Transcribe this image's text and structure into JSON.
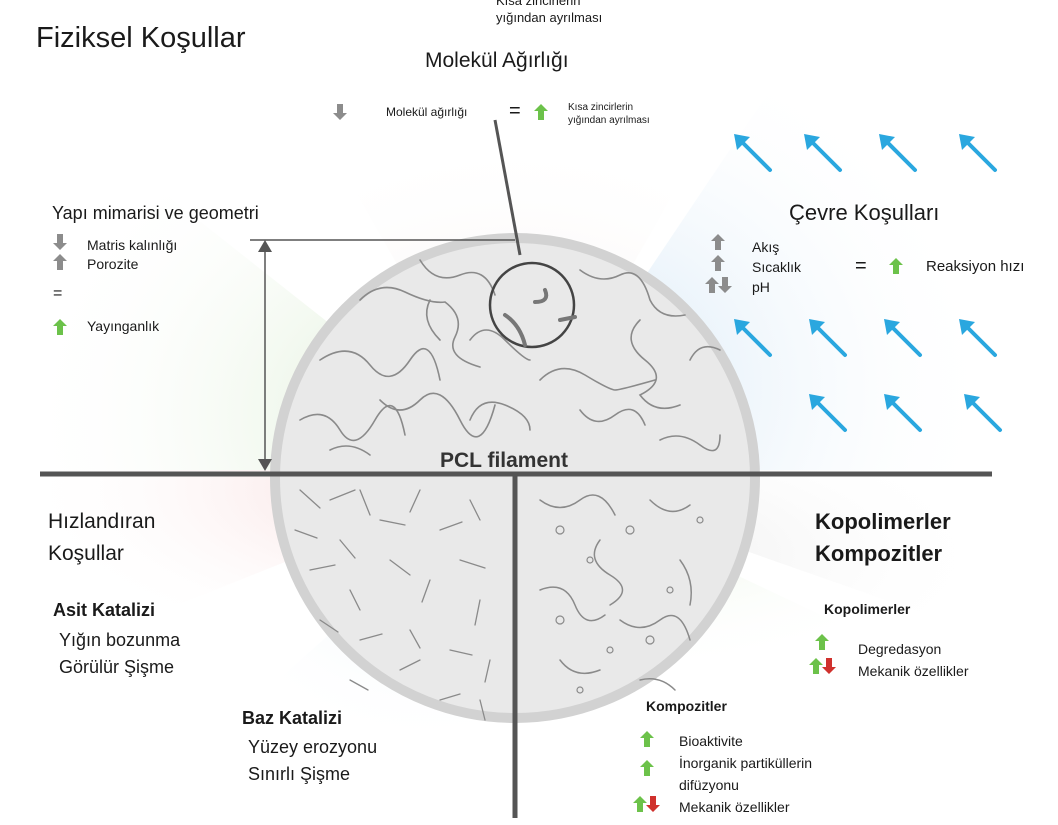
{
  "title": "Fiziksel Koşullar",
  "top_note": {
    "line1": "Kısa zincirlerin",
    "line2": "yığından ayrılması"
  },
  "molecular_weight": {
    "heading": "Molekül Ağırlığı",
    "left": "Molekül ağırlığı",
    "equals": "=",
    "right_line1": "Kısa zincirlerin",
    "right_line2": "yığından ayrılması"
  },
  "structure": {
    "heading": "Yapı mimarisi ve geometri",
    "items": [
      "Matris kalınlığı",
      "Porozite"
    ],
    "equals": "=",
    "result": "Yayınganlık"
  },
  "environment": {
    "heading": "Çevre Koşulları",
    "items": [
      "Akış",
      "Sıcaklık",
      "pH"
    ],
    "equals": "=",
    "result": "Reaksiyon hızı"
  },
  "center_label": "PCL filament",
  "accelerating": {
    "heading_line1": "Hızlandıran",
    "heading_line2": "Koşullar",
    "acid": {
      "title": "Asit Katalizi",
      "line1": "Yığın bozunma",
      "line2": "Görülür Şişme"
    },
    "base": {
      "title": "Baz Katalizi",
      "line1": "Yüzey erozyonu",
      "line2": "Sınırlı Şişme"
    }
  },
  "copolymers": {
    "heading_line1": "Kopolimerler",
    "heading_line2": "Kompozitler",
    "sub_title": "Kopolimerler",
    "items": [
      "Degredasyon",
      "Mekanik özellikler"
    ]
  },
  "composites": {
    "title": "Kompozitler",
    "items": [
      "Bioaktivite",
      "İnorganik partiküllerin",
      "difüzyonu",
      "Mekanik özellikler"
    ]
  },
  "colors": {
    "up_green": "#6cc24a",
    "down_red": "#d0312d",
    "grey_arrow": "#8c8c8c",
    "blue_arrow": "#2aa7df",
    "divider": "#555555"
  }
}
